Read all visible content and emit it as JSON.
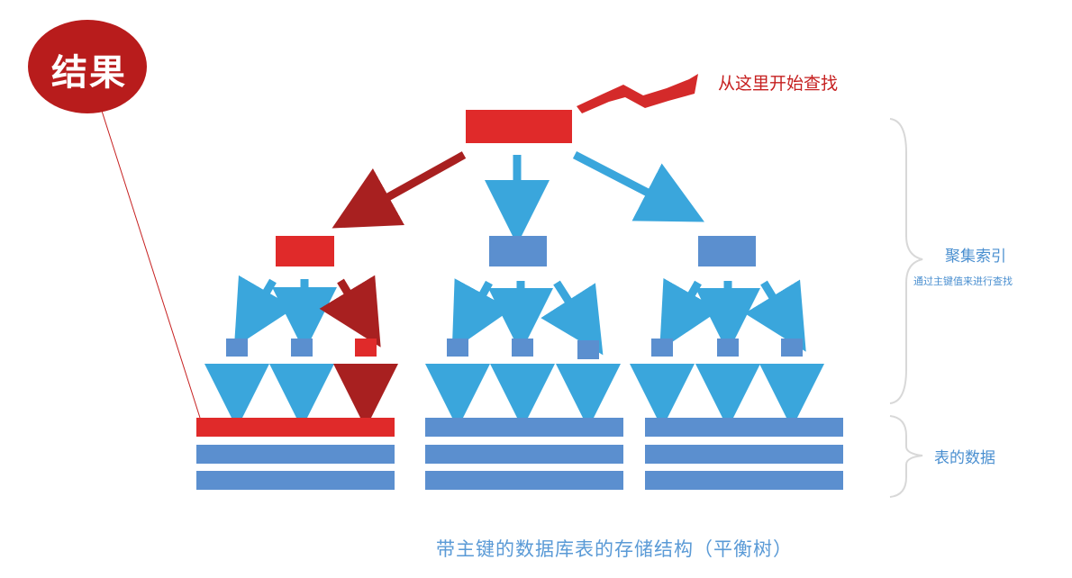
{
  "result_label": "结果",
  "start_label": "从这里开始查找",
  "clustered_index": {
    "title": "聚集索引",
    "subtitle": "通过主键值来进行查找"
  },
  "table_data_label": "表的数据",
  "caption": "带主键的数据库表的存储结构（平衡树）",
  "colors": {
    "highlight": "#e02a2a",
    "path_arrow": "#a82020",
    "node": "#5b8fcf",
    "arrow": "#3aa6dc",
    "result_ellipse": "#b81c1c",
    "bracket": "#d8d8d8"
  }
}
